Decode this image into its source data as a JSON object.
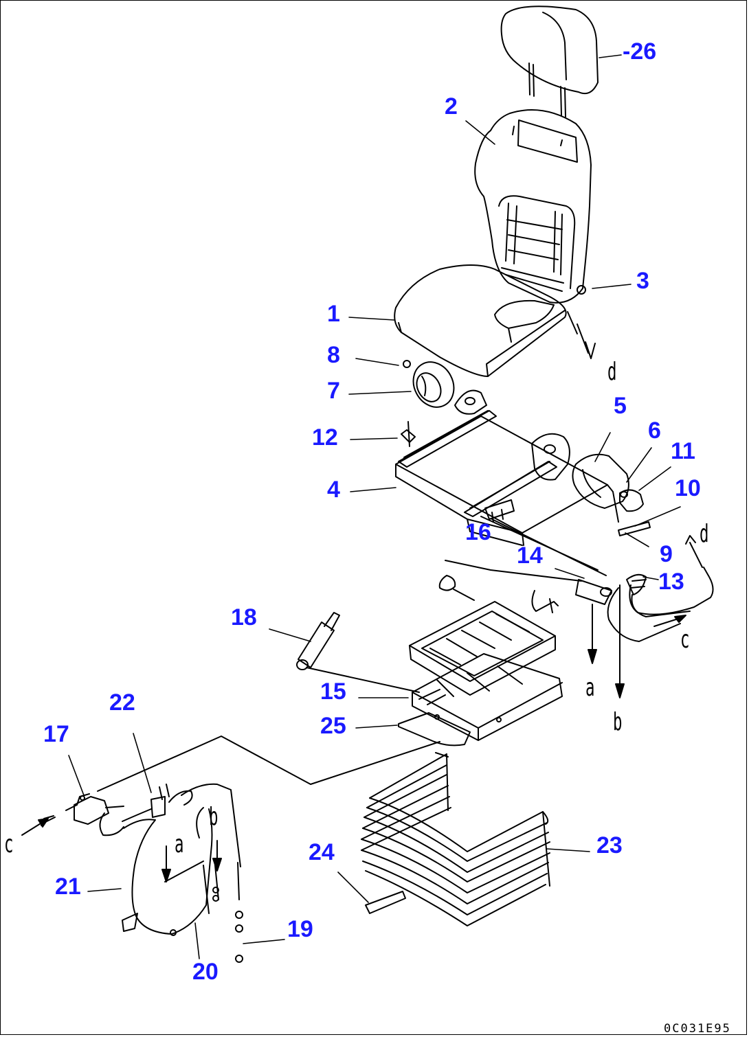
{
  "colors": {
    "callout": "#1a1aff",
    "line": "#000000",
    "background": "#ffffff"
  },
  "parts": {
    "p1": "1",
    "p2": "2",
    "p3": "3",
    "p4": "4",
    "p5": "5",
    "p6": "6",
    "p7": "7",
    "p8": "8",
    "p9": "9",
    "p10": "10",
    "p11": "11",
    "p12": "12",
    "p13": "13",
    "p14": "14",
    "p15": "15",
    "p16": "16",
    "p17": "17",
    "p18": "18",
    "p19": "19",
    "p20": "20",
    "p21": "21",
    "p22": "22",
    "p23": "23",
    "p24": "24",
    "p25": "25",
    "p26": "-26"
  },
  "refs": {
    "a_lower": "a",
    "a_harness": "a",
    "b_lower": "b",
    "b_harness": "b",
    "c_right": "c",
    "c_left": "c",
    "d_seat": "d",
    "d_right": "d"
  },
  "drawing_code": "0C031E95"
}
